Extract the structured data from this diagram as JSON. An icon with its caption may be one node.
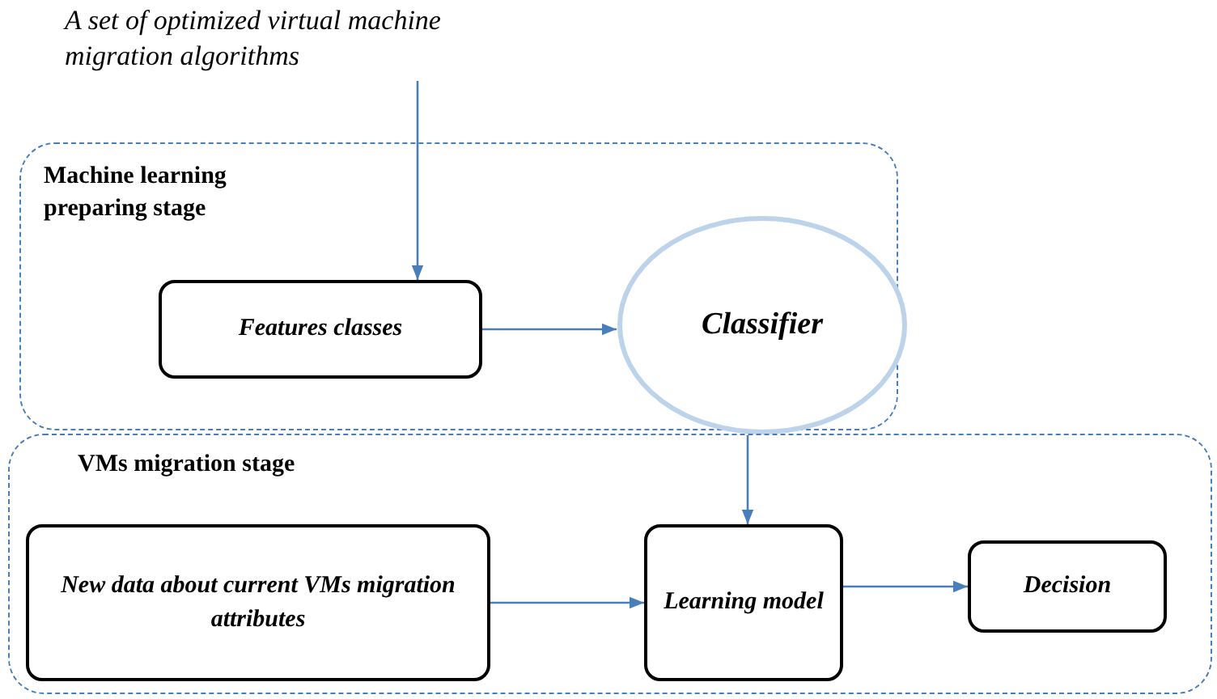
{
  "diagram": {
    "nodes": [
      {
        "text": [
          "A set of optimized virtual machine migration algorithms"
        ]
      },
      {
        "text": [
          "Machine learning preparing stage"
        ]
      },
      {
        "text": [
          "Features classes"
        ],
        "in": 1
      },
      {
        "text": [
          "Classifier"
        ],
        "in": 1
      },
      {
        "text": [
          "VMs migration stage"
        ]
      },
      {
        "text": [
          "New data about current VMs migration attributes"
        ],
        "in": 4
      },
      {
        "text": [
          "Learning model"
        ],
        "in": 4
      },
      {
        "text": [
          "Decision"
        ],
        "in": 4
      }
    ],
    "edges": [
      {
        "from": 0,
        "to": 2,
        "arrow": "to"
      },
      {
        "from": 2,
        "to": 3,
        "arrow": "to"
      },
      {
        "from": 3,
        "to": 6,
        "arrow": "to"
      },
      {
        "from": 5,
        "to": 6,
        "arrow": "to"
      },
      {
        "from": 6,
        "to": 7,
        "arrow": "to"
      }
    ]
  }
}
